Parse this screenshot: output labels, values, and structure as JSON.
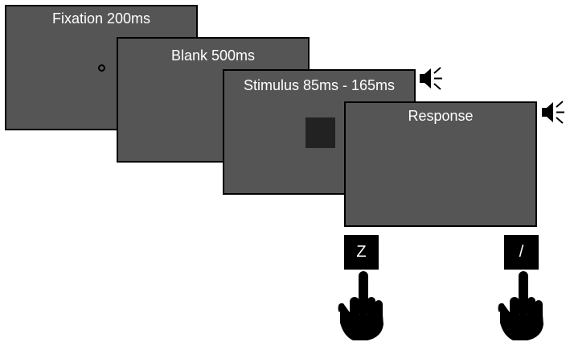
{
  "screens": {
    "fixation": {
      "title": "Fixation 200ms"
    },
    "blank": {
      "title": "Blank 500ms"
    },
    "stimulus": {
      "title": "Stimulus 85ms - 165ms"
    },
    "response": {
      "title": "Response"
    }
  },
  "keys": {
    "left": "Z",
    "right": "/"
  },
  "icons": {
    "stimulus_sound": "speaker-icon",
    "response_sound": "speaker-icon",
    "left_hand": "pointing-hand-icon",
    "right_hand": "pointing-hand-icon"
  },
  "colors": {
    "screen_fill": "#555555",
    "stimulus_square": "#222222",
    "key_fill": "#000000",
    "text": "#ffffff"
  }
}
